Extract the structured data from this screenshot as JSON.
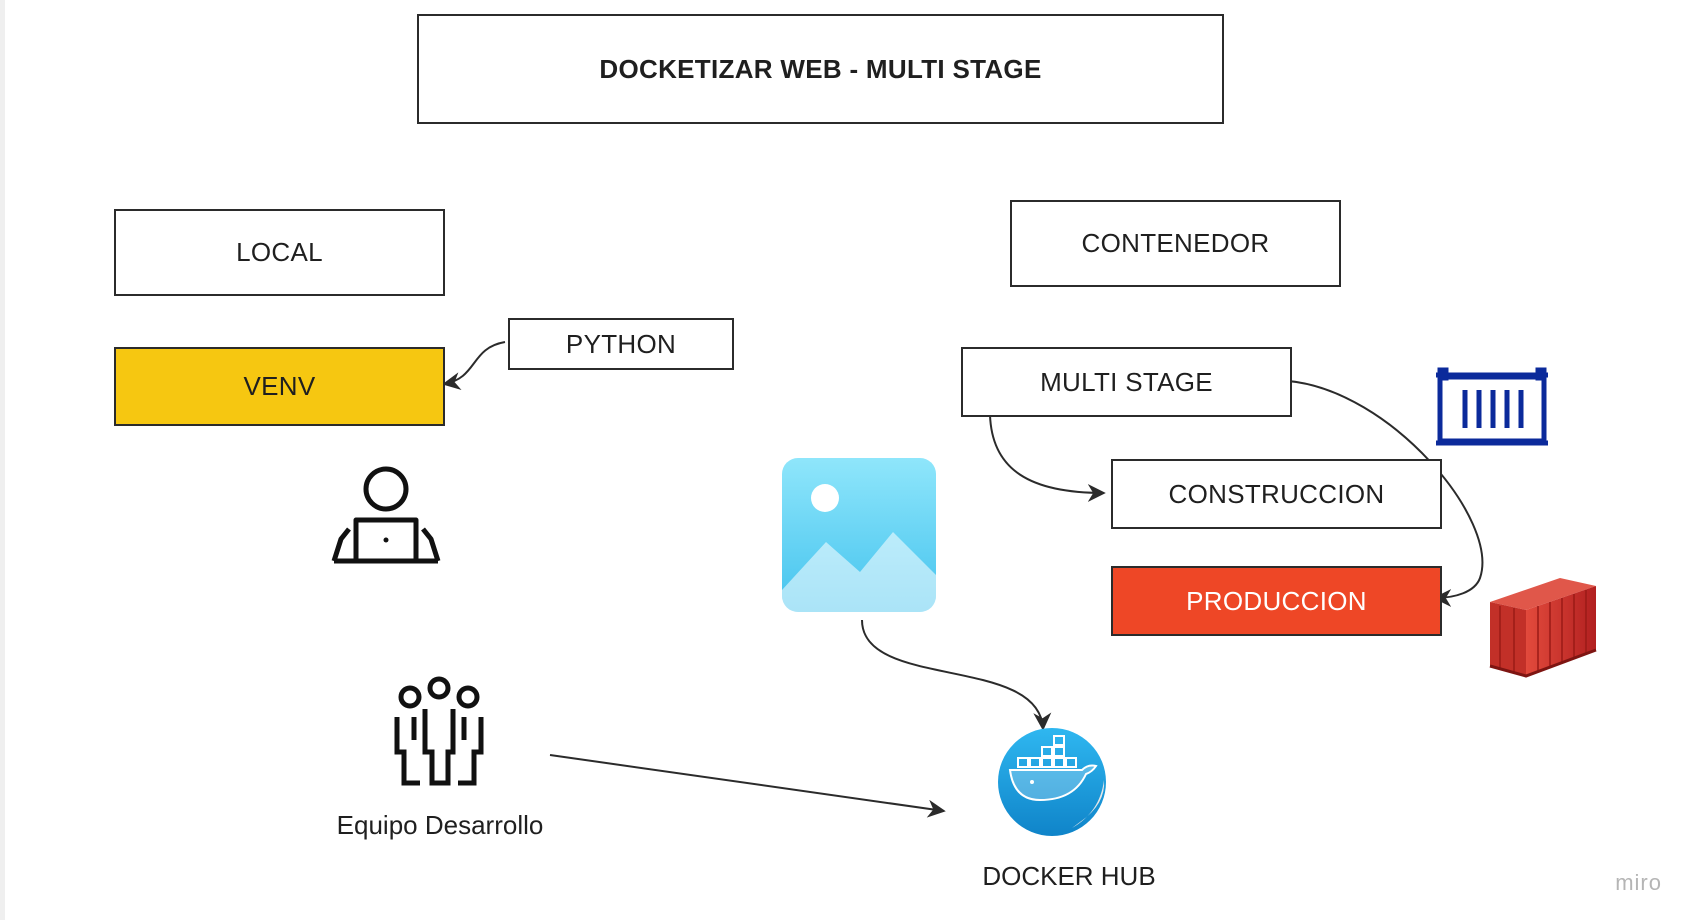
{
  "diagram": {
    "title": "DOCKETIZAR WEB - MULTI STAGE",
    "nodes": {
      "local": "LOCAL",
      "venv": "VENV",
      "python": "PYTHON",
      "contenedor": "CONTENEDOR",
      "multi_stage": "MULTI STAGE",
      "construccion": "CONSTRUCCION",
      "produccion": "PRODUCCION"
    },
    "labels": {
      "team": "Equipo Desarrollo",
      "docker_hub": "DOCKER HUB"
    },
    "icons": {
      "developer": "developer-laptop-icon",
      "team": "team-icon",
      "image_placeholder": "image-placeholder-icon",
      "docker_hub": "docker-whale-icon",
      "container_outline": "container-outline-icon",
      "container_3d": "shipping-container-icon"
    },
    "edges": [
      {
        "from": "PYTHON",
        "to": "VENV"
      },
      {
        "from": "MULTI STAGE",
        "to": "CONSTRUCCION"
      },
      {
        "from": "MULTI STAGE",
        "to": "PRODUCCION"
      },
      {
        "from": "image",
        "to": "DOCKER HUB"
      },
      {
        "from": "Equipo Desarrollo",
        "to": "DOCKER HUB"
      }
    ],
    "colors": {
      "venv": "#f6c711",
      "produccion": "#ee4726",
      "container_outline": "#0b2a9b",
      "container_red": "#cc2b2b",
      "image_blue": "#5fd0f2",
      "docker_blue": "#1f9fe0"
    }
  },
  "footer": {
    "brand": "miro"
  }
}
